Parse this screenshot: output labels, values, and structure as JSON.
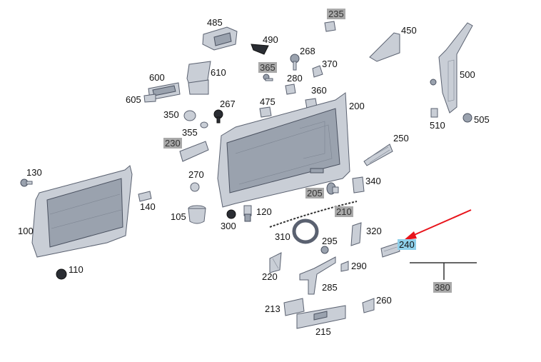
{
  "diagram": {
    "labels": {
      "l485": "485",
      "l235": "235",
      "l450": "450",
      "l490": "490",
      "l268": "268",
      "l365": "365",
      "l370": "370",
      "l500": "500",
      "l600": "600",
      "l610": "610",
      "l280": "280",
      "l605": "605",
      "l360": "360",
      "l475": "475",
      "l267": "267",
      "l200": "200",
      "l350": "350",
      "l510": "510",
      "l505": "505",
      "l355": "355",
      "l230": "230",
      "l250": "250",
      "l130": "130",
      "l270": "270",
      "l340": "340",
      "l205": "205",
      "l140": "140",
      "l210": "210",
      "l120": "120",
      "l105": "105",
      "l300": "300",
      "l100": "100",
      "l310": "310",
      "l295": "295",
      "l320": "320",
      "l240": "240",
      "l110": "110",
      "l290": "290",
      "l220": "220",
      "l380": "380",
      "l285": "285",
      "l260": "260",
      "l213": "213",
      "l215": "215"
    },
    "colors": {
      "highlight": "#8fd0ea",
      "arrow": "#e8141b",
      "grey_tag": "#a9a9a9"
    }
  }
}
